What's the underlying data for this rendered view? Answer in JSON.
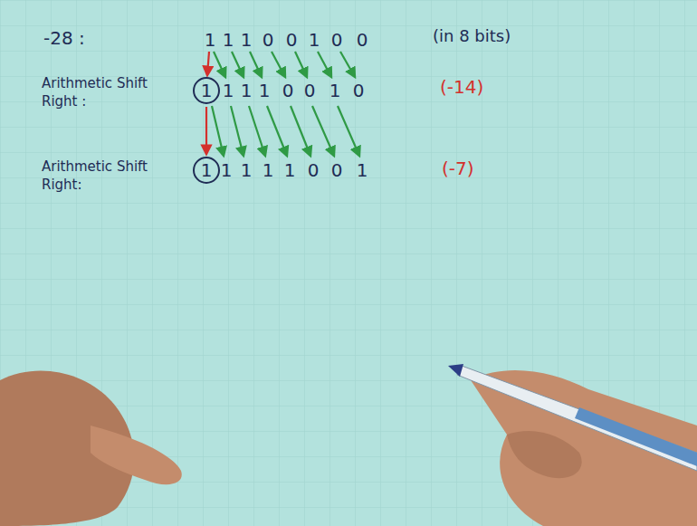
{
  "diagram": {
    "nodes": [
      {
        "text": [
          "1"
        ]
      },
      {
        "text": [
          "1"
        ]
      }
    ],
    "edges": [
      {
        "from": 0,
        "to": 1,
        "arrow": "to"
      }
    ],
    "labels": [
      "-28 :",
      "1",
      "1",
      "1",
      "0",
      "0",
      "1",
      "0",
      "0",
      "(in 8 bits)",
      "Arithmetic Shift Right :",
      "1",
      "1",
      "1",
      "0",
      "0",
      "1",
      "0",
      "(-14)",
      "Arithmetic Shift Right:",
      "1",
      "1",
      "1",
      "1",
      "0",
      "0",
      "1",
      "(-7)"
    ]
  }
}
